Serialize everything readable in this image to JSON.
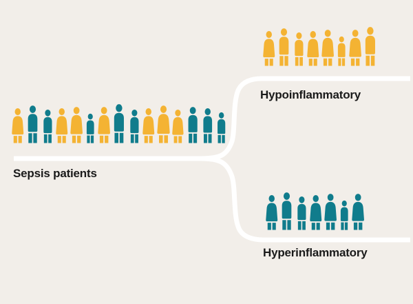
{
  "background_color": "#F2EEE9",
  "palette": {
    "yellow": "#F4B333",
    "teal": "#107C8C",
    "connector": "#FFFFFF",
    "label_text": "#1A1A1A"
  },
  "groups": {
    "sepsis": {
      "label": "Sepsis patients",
      "count": 15,
      "colors": [
        "yellow",
        "teal",
        "teal",
        "yellow",
        "yellow",
        "teal",
        "yellow",
        "teal",
        "teal",
        "yellow",
        "yellow",
        "yellow",
        "teal",
        "teal",
        "teal"
      ],
      "shapes": [
        "dress",
        "trousers",
        "trousers",
        "dress",
        "dress",
        "trousers",
        "dress",
        "trousers",
        "trousers",
        "dress",
        "dress",
        "dress",
        "trousers",
        "trousers",
        "trousers"
      ],
      "heights": [
        52,
        56,
        50,
        52,
        54,
        44,
        54,
        58,
        50,
        52,
        56,
        50,
        54,
        52,
        46
      ]
    },
    "hypoinflammatory": {
      "label": "Hypoinflammatory",
      "count": 8,
      "colors": [
        "yellow",
        "yellow",
        "yellow",
        "yellow",
        "yellow",
        "yellow",
        "yellow",
        "yellow"
      ],
      "shapes": [
        "dress",
        "trousers",
        "trousers",
        "dress",
        "dress",
        "trousers",
        "dress",
        "trousers"
      ],
      "heights": [
        52,
        56,
        50,
        52,
        54,
        44,
        54,
        58
      ]
    },
    "hyperinflammatory": {
      "label": "Hyperinflammatory",
      "count": 7,
      "colors": [
        "teal",
        "teal",
        "teal",
        "teal",
        "teal",
        "teal",
        "teal"
      ],
      "shapes": [
        "dress",
        "trousers",
        "trousers",
        "dress",
        "dress",
        "trousers",
        "dress"
      ],
      "heights": [
        52,
        56,
        50,
        52,
        54,
        44,
        54
      ]
    }
  },
  "connector": {
    "name": "branching-split-line",
    "stem_label": "Sepsis patients",
    "branch_labels": [
      "Hypoinflammatory",
      "Hyperinflammatory"
    ]
  }
}
